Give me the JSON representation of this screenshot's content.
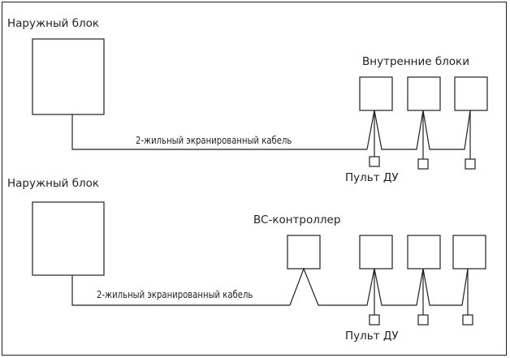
{
  "diagram": {
    "top": {
      "outdoor_label": "Наружный блок",
      "indoor_label": "Внутренние блоки",
      "cable_label": "2-жильный экранированный кабель",
      "remote_label": "Пульт ДУ"
    },
    "bottom": {
      "outdoor_label": "Наружный блок",
      "controller_label": "BC-контроллер",
      "cable_label": "2-жильный экранированный кабель",
      "remote_label": "Пульт ДУ"
    },
    "colors": {
      "line": "#231f20",
      "background": "#ffffff"
    }
  }
}
